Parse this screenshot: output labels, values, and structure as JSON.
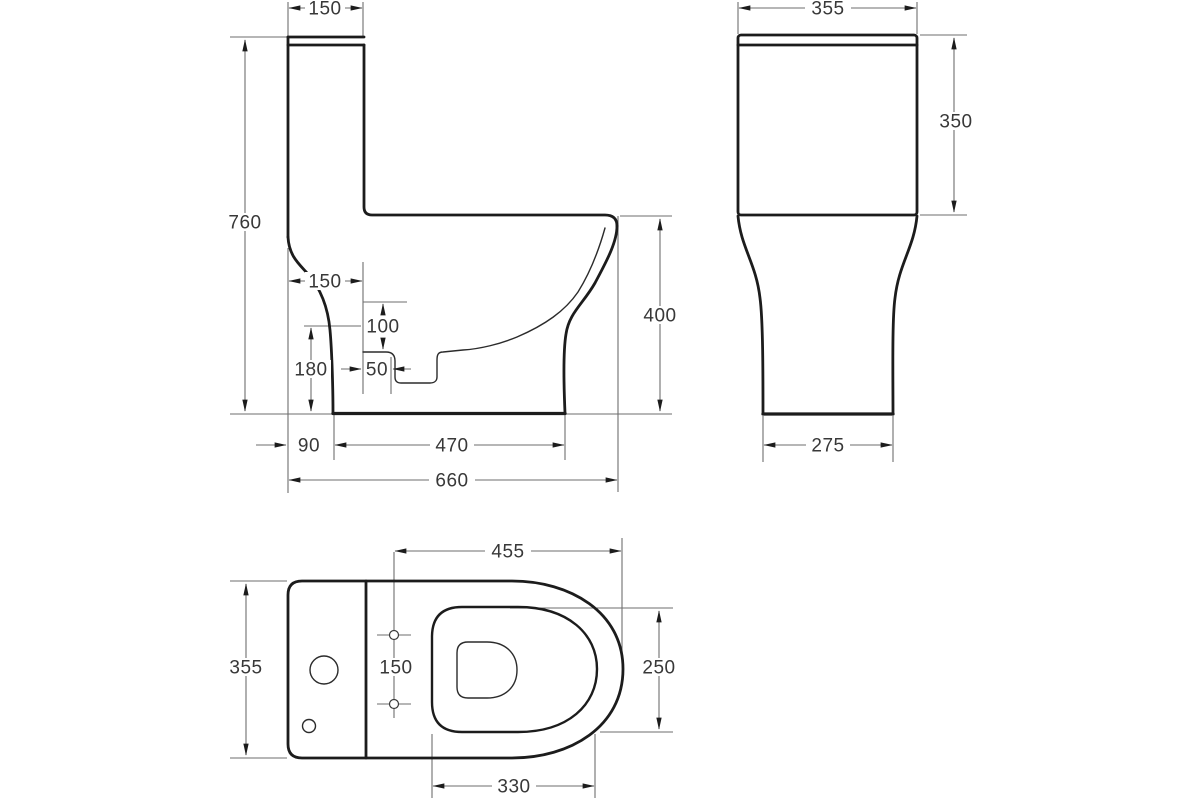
{
  "side_view": {
    "dims": {
      "tank_top_depth": "150",
      "total_height": "760",
      "back_to_trap": "150",
      "shelf_drop": "100",
      "trap_height": "180",
      "outlet_width": "50",
      "back_offset": "90",
      "base_depth": "470",
      "total_depth": "660",
      "rim_height": "400"
    }
  },
  "front_view": {
    "dims": {
      "tank_width": "355",
      "tank_height": "350",
      "base_width": "275"
    }
  },
  "top_view": {
    "dims": {
      "front_to_holes": "455",
      "overall_width": "355",
      "hole_spacing": "150",
      "seat_inner_width": "250",
      "seat_inner_length": "330"
    }
  }
}
